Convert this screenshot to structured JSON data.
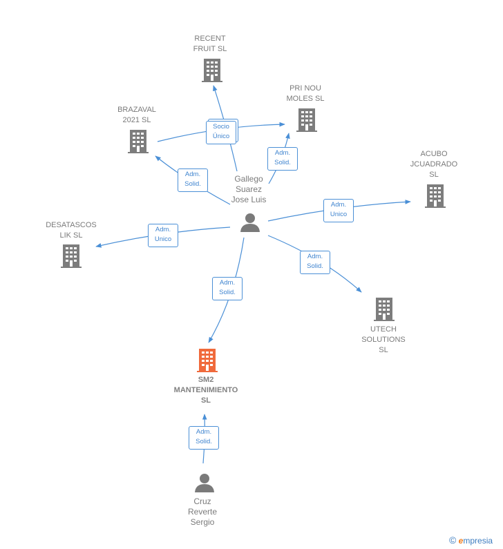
{
  "colors": {
    "line": "#4a8fd6",
    "building": "#7d7d7d",
    "building_main": "#f06a3c",
    "person": "#7a7a7a",
    "text": "#7a7a7a"
  },
  "companies": [
    {
      "id": "recent",
      "label": "RECENT\nFRUIT  SL",
      "icon": "building-icon"
    },
    {
      "id": "prinou",
      "label": "PRI NOU\nMOLES  SL",
      "icon": "building-icon"
    },
    {
      "id": "brazaval",
      "label": "BRAZAVAL\n2021  SL",
      "icon": "building-icon"
    },
    {
      "id": "acubo",
      "label": "ACUBO\nJCUADRADO\nSL",
      "icon": "building-icon"
    },
    {
      "id": "desatascos",
      "label": "DESATASCOS\nLIK  SL",
      "icon": "building-icon"
    },
    {
      "id": "utech",
      "label": "UTECH\nSOLUTIONS\nSL",
      "icon": "building-icon"
    },
    {
      "id": "sm2",
      "label": "SM2\nMANTENIMIENTO\nSL",
      "icon": "building-icon",
      "main": true
    }
  ],
  "persons": [
    {
      "id": "gallego",
      "label": "Gallego\nSuarez\nJose Luis",
      "icon": "person-icon"
    },
    {
      "id": "cruz",
      "label": "Cruz\nReverte\nSergio",
      "icon": "person-icon"
    }
  ],
  "relations": [
    {
      "id": "r-socio",
      "label": "Socio\nÚnico"
    },
    {
      "id": "r-prinou",
      "label": "Adm.\nSolid."
    },
    {
      "id": "r-brazaval",
      "label": "Adm.\nSolid."
    },
    {
      "id": "r-acubo",
      "label": "Adm.\nUnico"
    },
    {
      "id": "r-desatascos",
      "label": "Adm.\nUnico"
    },
    {
      "id": "r-utech",
      "label": "Adm.\nSolid."
    },
    {
      "id": "r-sm2",
      "label": "Adm.\nSolid."
    },
    {
      "id": "r-cruz",
      "label": "Adm.\nSolid."
    }
  ],
  "brand": {
    "copyright": "©",
    "e": "e",
    "rest": "mpresia"
  }
}
